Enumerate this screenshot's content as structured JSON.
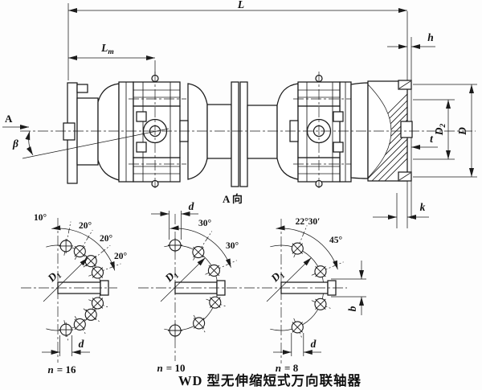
{
  "caption": "WD 型无伸缩短式万向联轴器",
  "main_view": {
    "section_arrow": "A",
    "beta": "β",
    "view_label": "A 向",
    "dims": {
      "L": "L",
      "Lm_base": "L",
      "Lm_sub": "m",
      "h": "h",
      "t": "t",
      "k": "k",
      "D2_base": "D",
      "D2_sub": "2",
      "D": "D"
    }
  },
  "views": [
    {
      "n_prefix": "n",
      "n_rest": "= 16",
      "angles": [
        "10°",
        "20°",
        "20°",
        "20°"
      ],
      "d": "d",
      "D1_base": "D",
      "D1_sub": "1"
    },
    {
      "n_prefix": "n",
      "n_rest": "= 10",
      "angles": [
        "30°",
        "30°"
      ],
      "d": "d",
      "D1_base": "D",
      "D1_sub": "1"
    },
    {
      "n_prefix": "n",
      "n_rest": "= 8",
      "angles": [
        "22°30′",
        "45°"
      ],
      "d": "d",
      "D1_base": "D",
      "D1_sub": "1",
      "b": "b"
    }
  ]
}
